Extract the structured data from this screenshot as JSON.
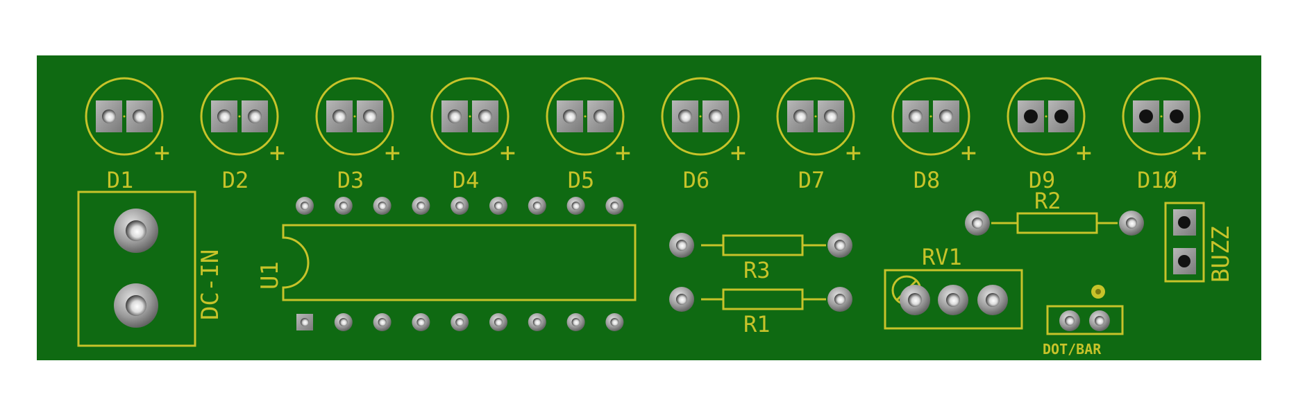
{
  "colors": {
    "board": "#0f6a12",
    "board_edge": "#0b5a0e",
    "silk": "#c7c32a",
    "pad": "#8e8e8e",
    "pad_light": "#d0d0d0",
    "hole": "#111111"
  },
  "leds": [
    {
      "label": "D1",
      "plus": "+"
    },
    {
      "label": "D2",
      "plus": "+"
    },
    {
      "label": "D3",
      "plus": "+"
    },
    {
      "label": "D4",
      "plus": "+"
    },
    {
      "label": "D5",
      "plus": "+"
    },
    {
      "label": "D6",
      "plus": "+"
    },
    {
      "label": "D7",
      "plus": "+"
    },
    {
      "label": "D8",
      "plus": "+"
    },
    {
      "label": "D9",
      "plus": "+"
    },
    {
      "label": "D1Ø",
      "plus": "+"
    }
  ],
  "components": {
    "ic_label": "U1",
    "power_label": "DC-IN",
    "r1_label": "R1",
    "r2_label": "R2",
    "r3_label": "R3",
    "rv1_label": "RV1",
    "buzz_label": "BUZZ",
    "mode_label": "DOT/BAR"
  }
}
